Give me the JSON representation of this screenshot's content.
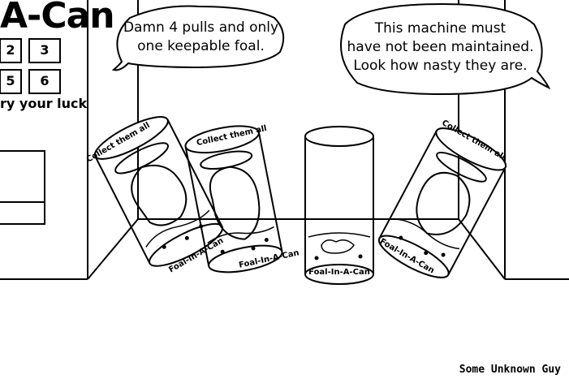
{
  "machine": {
    "title": "A-Can",
    "keys": [
      "2",
      "3",
      "5",
      "6"
    ],
    "tagline": "ry  your luck"
  },
  "bubbles": [
    {
      "lines": [
        "Damn 4 pulls and only",
        "one keepable foal."
      ]
    },
    {
      "lines": [
        "This machine must",
        "have not been maintained.",
        "Look how nasty they are."
      ]
    }
  ],
  "cans": [
    {
      "lid": "Collect them all",
      "label": "Foal-In-A-Can"
    },
    {
      "lid": "Collect them all",
      "label": "Foal-In-A-Can"
    },
    {
      "lid": "",
      "label": "Foal-In-A-Can"
    },
    {
      "lid": "Collect them all",
      "label": "Foal-In-A-Can"
    }
  ],
  "signature": "Some Unknown Guy"
}
